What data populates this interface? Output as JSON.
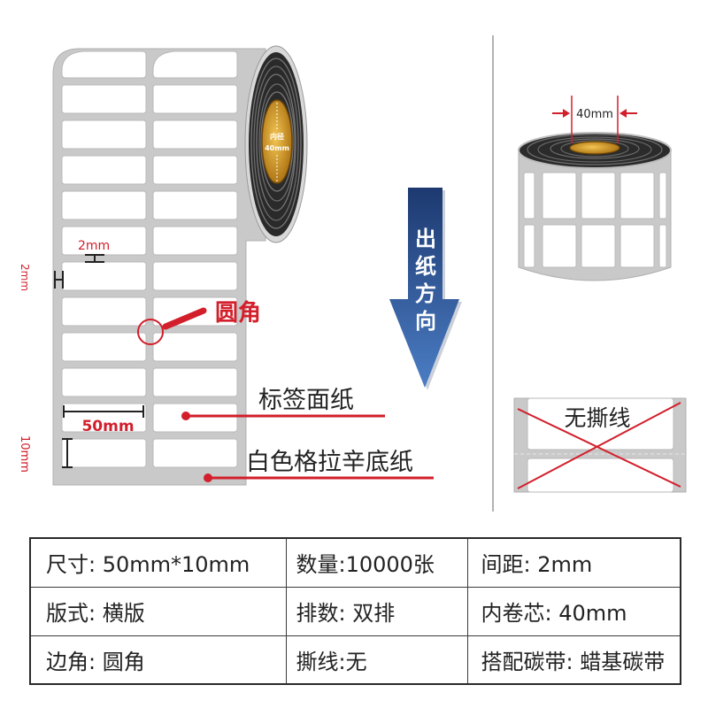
{
  "colors": {
    "accent": "#d21f2b",
    "arrow_top": "#1d3970",
    "arrow_bottom": "#4b7dc4",
    "gold_light": "#f3c552",
    "gold_dark": "#a96f10",
    "backing": "#c9c9c9",
    "ink": "#222222"
  },
  "left_roll": {
    "core_line1": "内径",
    "core_line2": "40mm",
    "row_gap": "2mm",
    "edge_margin": "2mm",
    "corner": "圆角",
    "label_width": "50mm",
    "label_height": "10mm",
    "face_paper": "标签面纸",
    "backing_paper": "白色格拉辛底纸"
  },
  "feed_direction": "出纸方向",
  "right_roll": {
    "core_diameter": "40mm"
  },
  "no_tear_line": "无撕线",
  "spec_table": {
    "rows": [
      [
        "尺寸: 50mm*10mm",
        "数量:10000张",
        "间距: 2mm"
      ],
      [
        "版式: 横版",
        "排数: 双排",
        "内卷芯: 40mm"
      ],
      [
        "边角: 圆角",
        "撕线:无",
        "搭配碳带: 蜡基碳带"
      ]
    ]
  }
}
